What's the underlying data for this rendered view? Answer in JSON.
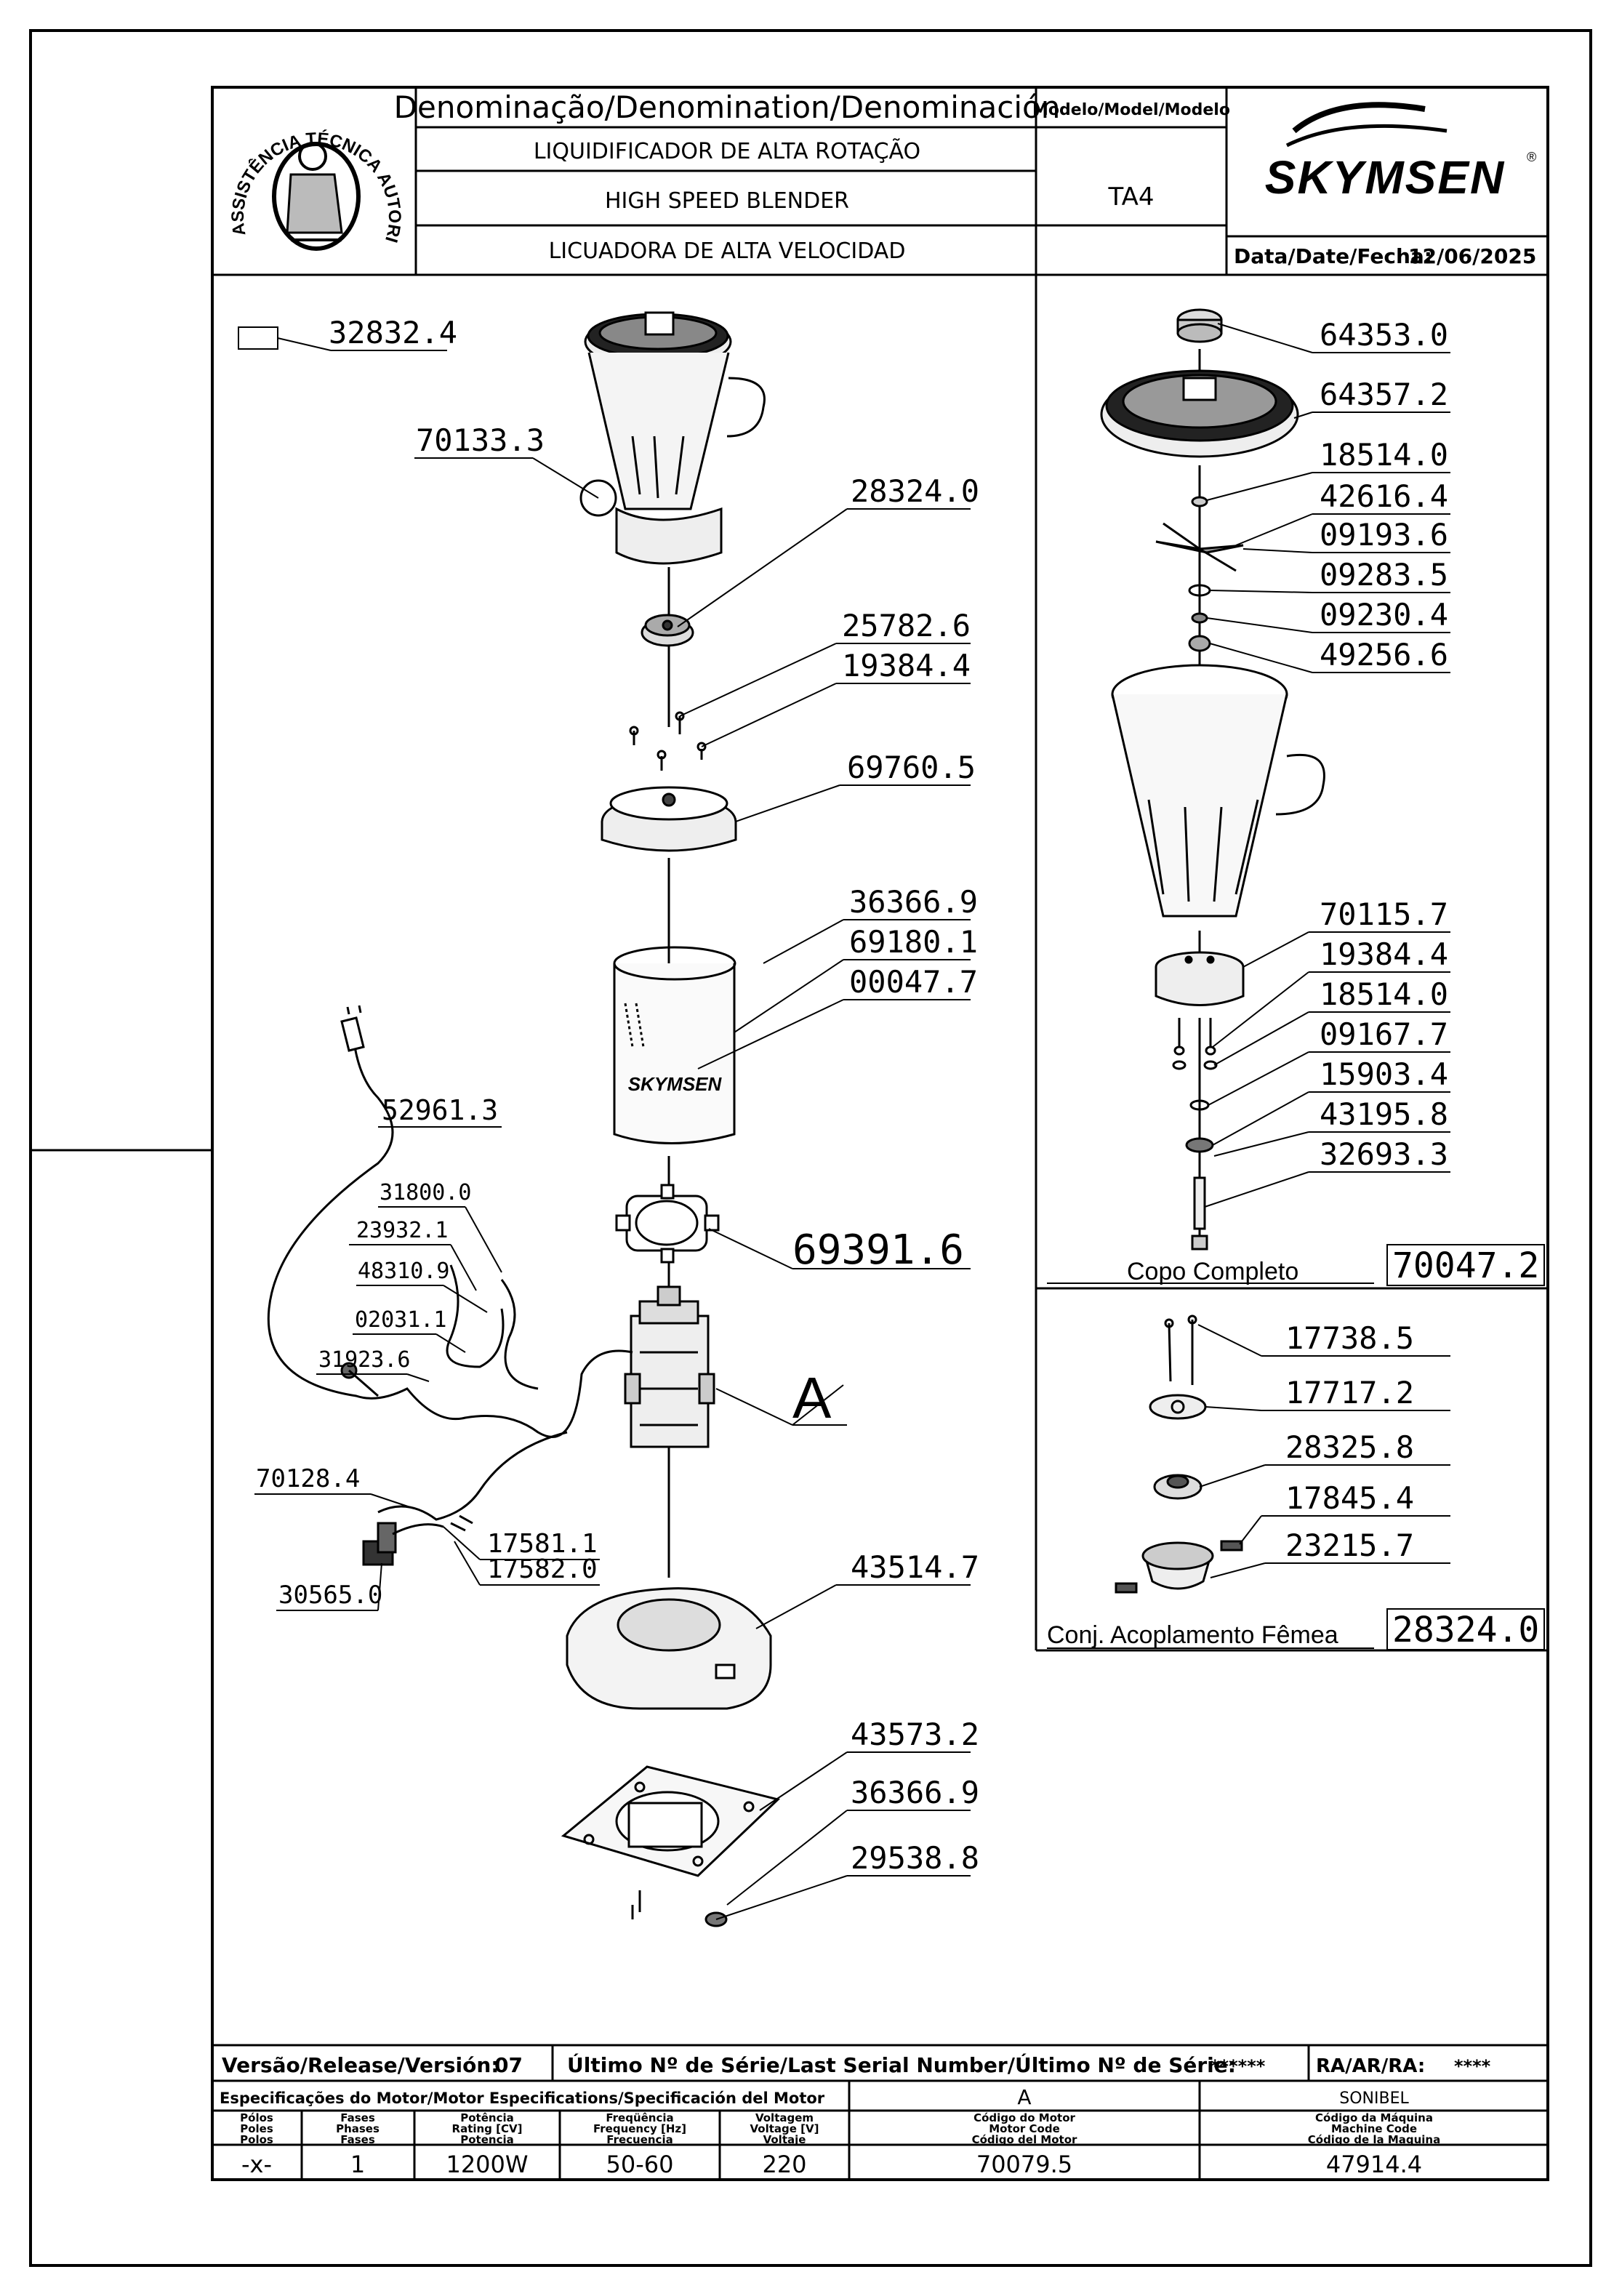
{
  "header": {
    "denomination_label": "Denominação/Denomination/Denominación",
    "name_pt": "LIQUIDIFICADOR DE ALTA ROTAÇÃO",
    "name_en": "HIGH SPEED BLENDER",
    "name_es": "LICUADORA DE ALTA VELOCIDAD",
    "model_label": "Modelo/Model/Modelo",
    "model": "TA4",
    "brand": "SKYMSEN",
    "date_label": "Data/Date/Fecha:",
    "date": "12/06/2025",
    "seal_text": "ASSISTÊNCIA TÉCNICA AUTORIZADA"
  },
  "parts": {
    "p32832": "32832.4",
    "p70133": "70133.3",
    "p28324": "28324.0",
    "p25782": "25782.6",
    "p19384": "19384.4",
    "p69760": "69760.5",
    "p36366": "36366.9",
    "p69180": "69180.1",
    "p00047": "00047.7",
    "p52961": "52961.3",
    "p31800": "31800.0",
    "p23932": "23932.1",
    "p48310": "48310.9",
    "p02031": "02031.1",
    "p31923": "31923.6",
    "p69391": "69391.6",
    "motor_ref": "A",
    "p70128": "70128.4",
    "p17581": "17581.1",
    "p17582": "17582.0",
    "p30565": "30565.0",
    "p43514": "43514.7",
    "p43573": "43573.2",
    "p36366b": "36366.9",
    "p29538": "29538.8"
  },
  "cup": {
    "p64353": "64353.0",
    "p64357": "64357.2",
    "p18514": "18514.0",
    "p42616": "42616.4",
    "p09193": "09193.6",
    "p09283": "09283.5",
    "p09230": "09230.4",
    "p49256": "49256.6",
    "p70115": "70115.7",
    "p19384": "19384.4",
    "p18514b": "18514.0",
    "p09167": "09167.7",
    "p15903": "15903.4",
    "p43195": "43195.8",
    "p32693": "32693.3",
    "assembly_label": "Copo Completo",
    "assembly_code": "70047.2"
  },
  "coupling": {
    "p17738": "17738.5",
    "p17717": "17717.2",
    "p28325": "28325.8",
    "p17845": "17845.4",
    "p23215": "23215.7",
    "assembly_label": "Conj. Acoplamento Fêmea",
    "assembly_code": "28324.0"
  },
  "footer": {
    "version_label": "Versão/Release/Versión:",
    "version": "07",
    "serial_label": "Último Nº de Série/Last Serial Number/Último Nº de Série:",
    "serial": "******",
    "ra_label": "RA/AR/RA:",
    "ra": "****",
    "motor_spec_label": "Especificações do Motor/Motor Especifications/Specificación del Motor",
    "motor_letter": "A",
    "manufacturer": "SONIBEL",
    "col_poles": [
      "Pólos",
      "Poles",
      "Polos"
    ],
    "col_phases": [
      "Fases",
      "Phases",
      "Fases"
    ],
    "col_power": [
      "Potência",
      "Rating [CV]",
      "Potencia"
    ],
    "col_freq": [
      "Freqüência",
      "Frequency [Hz]",
      "Frecuencia"
    ],
    "col_volt": [
      "Voltagem",
      "Voltage [V]",
      "Voltaje"
    ],
    "col_motor_code": [
      "Código do Motor",
      "Motor Code",
      "Código del Motor"
    ],
    "col_machine_code": [
      "Código da Máquina",
      "Machine Code",
      "Código de la Maquina"
    ],
    "poles": "-x-",
    "phases": "1",
    "power": "1200W",
    "freq": "50-60",
    "volt": "220",
    "motor_code": "70079.5",
    "machine_code": "47914.4"
  }
}
